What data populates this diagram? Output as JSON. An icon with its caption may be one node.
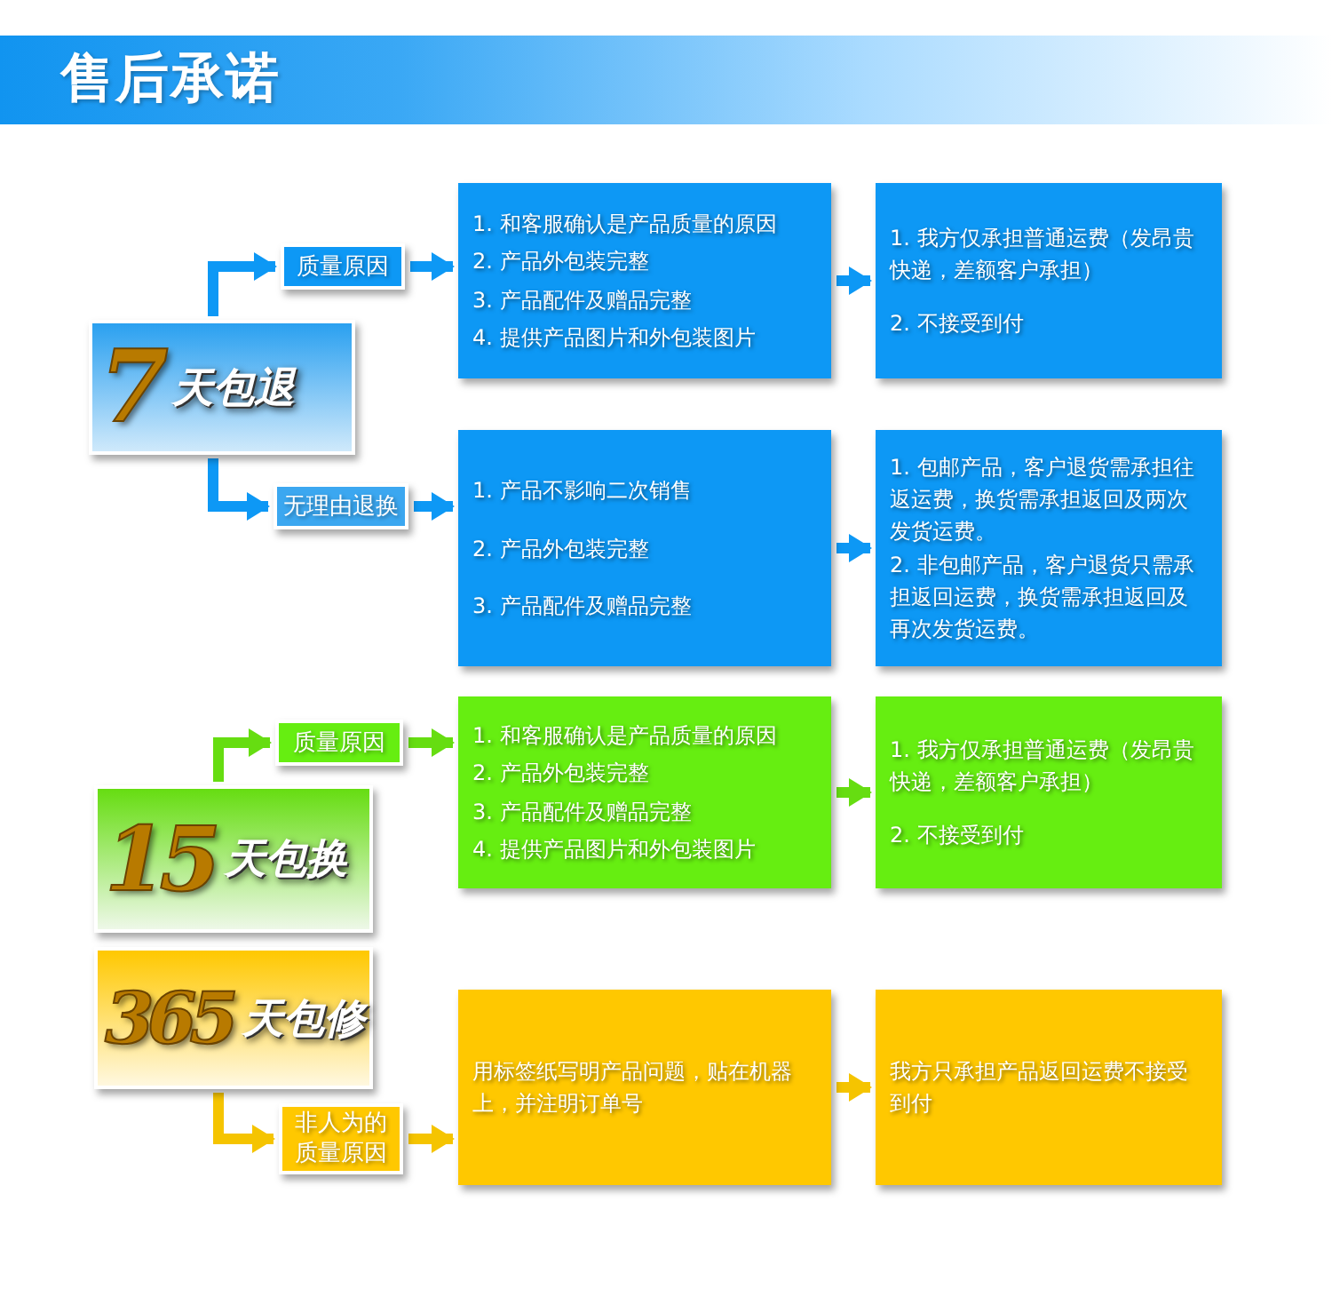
{
  "diagram": {
    "title": "售后承诺",
    "nodes": [
      {
        "text": [
          "7",
          "天包退"
        ]
      },
      {
        "text": [
          "质量原因"
        ]
      },
      {
        "text": [
          "无理由退换"
        ]
      },
      {
        "text": [
          "1. 和客服确认是产品质量的原因",
          "2. 产品外包装完整",
          "3. 产品配件及赠品完整",
          "4. 提供产品图片和外包装图片"
        ]
      },
      {
        "text": [
          "1. 我方仅承担普通运费（发昂贵快递，差额客户承担）",
          "2. 不接受到付"
        ]
      },
      {
        "text": [
          "1. 产品不影响二次销售",
          "2. 产品外包装完整",
          "3. 产品配件及赠品完整"
        ]
      },
      {
        "text": [
          "1. 包邮产品，客户退货需承担往返运费，换货需承担返回及两次发货运费。",
          "2. 非包邮产品，客户退货只需承担返回运费，换货需承担返回及再次发货运费。"
        ]
      },
      {
        "text": [
          "15",
          "天包换"
        ]
      },
      {
        "text": [
          "质量原因"
        ]
      },
      {
        "text": [
          "1. 和客服确认是产品质量的原因",
          "2. 产品外包装完整",
          "3. 产品配件及赠品完整",
          "4. 提供产品图片和外包装图片"
        ]
      },
      {
        "text": [
          "1. 我方仅承担普通运费（发昂贵快递，差额客户承担）",
          "2. 不接受到付"
        ]
      },
      {
        "text": [
          "365",
          "天包修"
        ]
      },
      {
        "text": [
          "非人为的质量原因"
        ]
      },
      {
        "text": [
          "用标签纸写明产品问题，贴在机器上，并注明订单号"
        ]
      },
      {
        "text": [
          "我方只承担产品返回运费不接受到付"
        ]
      }
    ],
    "edges": [
      {
        "from": 0,
        "to": 1,
        "arrow": "to"
      },
      {
        "from": 1,
        "to": 3,
        "arrow": "to"
      },
      {
        "from": 3,
        "to": 4,
        "arrow": "to"
      },
      {
        "from": 0,
        "to": 2,
        "arrow": "to"
      },
      {
        "from": 2,
        "to": 5,
        "arrow": "to"
      },
      {
        "from": 5,
        "to": 6,
        "arrow": "to"
      },
      {
        "from": 7,
        "to": 8,
        "arrow": "to",
        "color": "#66dd11"
      },
      {
        "from": 8,
        "to": 9,
        "arrow": "to",
        "color": "#66dd11"
      },
      {
        "from": 9,
        "to": 10,
        "arrow": "to",
        "color": "#66dd11"
      },
      {
        "from": 11,
        "to": 12,
        "arrow": "to",
        "color": "#f5c400"
      },
      {
        "from": 12,
        "to": 13,
        "arrow": "to",
        "color": "#f5c400"
      },
      {
        "from": 13,
        "to": 14,
        "arrow": "to",
        "color": "#f5c400"
      }
    ]
  }
}
